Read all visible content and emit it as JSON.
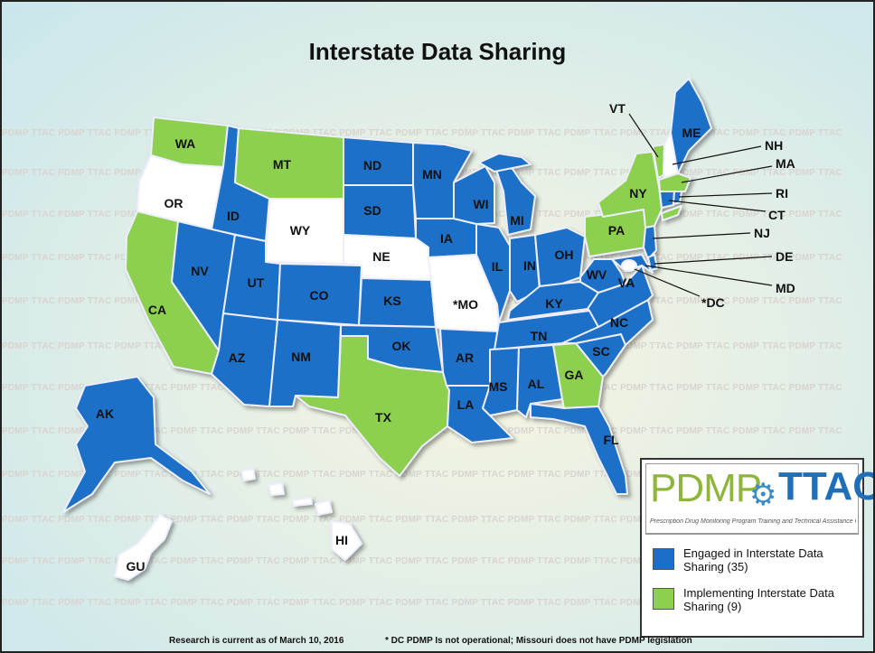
{
  "title": "Interstate Data Sharing",
  "watermark": "PDMP TTAC PDMP TTAC PDMP TTAC PDMP TTAC PDMP TTAC PDMP TTAC PDMP TTAC PDMP TTAC PDMP TTAC PDMP TTAC PDMP TTAC PDMP TTAC PDMP TTAC PDMP TTAC PDMP TTAC",
  "colors": {
    "engaged": "#1a6fc8",
    "implementing": "#8dd04f",
    "none": "#ffffff"
  },
  "states": {
    "WA": "WA",
    "OR": "OR",
    "CA": "CA",
    "ID": "ID",
    "NV": "NV",
    "MT": "MT",
    "WY": "WY",
    "UT": "UT",
    "AZ": "AZ",
    "CO": "CO",
    "NM": "NM",
    "ND": "ND",
    "SD": "SD",
    "NE": "NE",
    "KS": "KS",
    "OK": "OK",
    "TX": "TX",
    "MN": "MN",
    "IA": "IA",
    "MO": "*MO",
    "AR": "AR",
    "LA": "LA",
    "WI": "WI",
    "IL": "IL",
    "MI": "MI",
    "IN": "IN",
    "OH": "OH",
    "KY": "KY",
    "TN": "TN",
    "MS": "MS",
    "AL": "AL",
    "GA": "GA",
    "FL": "FL",
    "SC": "SC",
    "NC": "NC",
    "VA": "VA",
    "WV": "WV",
    "PA": "PA",
    "NY": "NY",
    "ME": "ME",
    "AK": "AK",
    "HI": "HI",
    "GU": "GU",
    "VT": "VT",
    "NH": "NH",
    "MA": "MA",
    "RI": "RI",
    "CT": "CT",
    "NJ": "NJ",
    "DE": "DE",
    "MD": "MD",
    "DC": "*DC"
  },
  "logo": {
    "left": "PDMP",
    "right": "TTAC",
    "subtitle": "Prescription Drug Monitoring Program Training and Technical Assistance Center"
  },
  "legend": [
    {
      "label": "Engaged in Interstate Data Sharing (35)",
      "color": "#1a6fc8"
    },
    {
      "label": "Implementing Interstate Data Sharing (9)",
      "color": "#8dd04f"
    }
  ],
  "footer": {
    "research": "Research is current as of March 10, 2016",
    "note": "* DC PDMP Is not operational; Missouri does not have PDMP legislation"
  }
}
